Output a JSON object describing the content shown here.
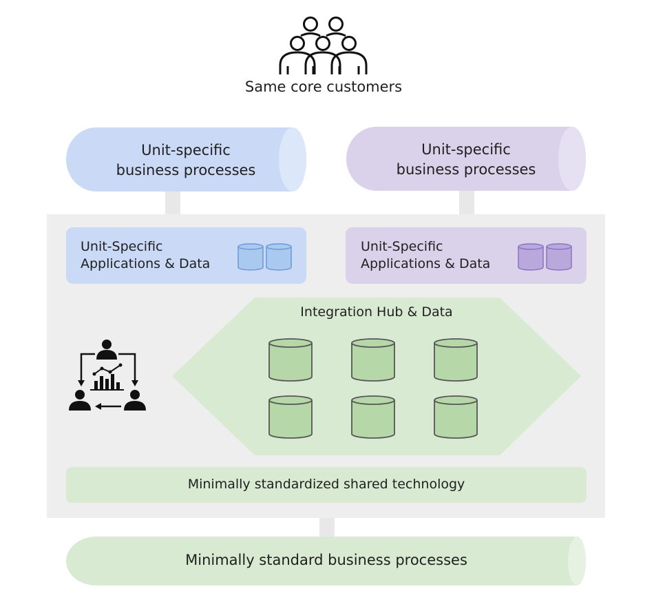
{
  "customers": {
    "label": "Same core customers",
    "icon": "customer-group-icon"
  },
  "unit_processes": [
    {
      "line1": "Unit-specific",
      "line2": "business processes",
      "color": "#c9d9f6",
      "cap_color": "#dce7fa"
    },
    {
      "line1": "Unit-specific",
      "line2": "business processes",
      "color": "#d9d2ea",
      "cap_color": "#e6e1f2"
    }
  ],
  "unit_apps": [
    {
      "line1": "Unit-Specific",
      "line2": "Applications & Data",
      "color": "#c9d9f6",
      "db_color": "#a9c9ee",
      "db_stroke": "#6a98d8",
      "icon": "database-pair-icon"
    },
    {
      "line1": "Unit-Specific",
      "line2": "Applications & Data",
      "color": "#d9d2ea",
      "db_color": "#b8a8dc",
      "db_stroke": "#8a72c0",
      "icon": "database-pair-icon"
    }
  ],
  "hub": {
    "label": "Integration Hub & Data",
    "color": "#d9ead3",
    "db_color": "#b6d7a8",
    "db_stroke": "#555555",
    "databases": 6
  },
  "analytics_icon": "team-analytics-icon",
  "platform": {
    "color": "#eeeeee"
  },
  "shared_tech": {
    "label": "Minimally standardized shared technology",
    "color": "#d9ead3"
  },
  "standard_processes": {
    "label": "Minimally standard business processes",
    "color": "#d9ead3",
    "cap_color": "#e6f1e2"
  }
}
